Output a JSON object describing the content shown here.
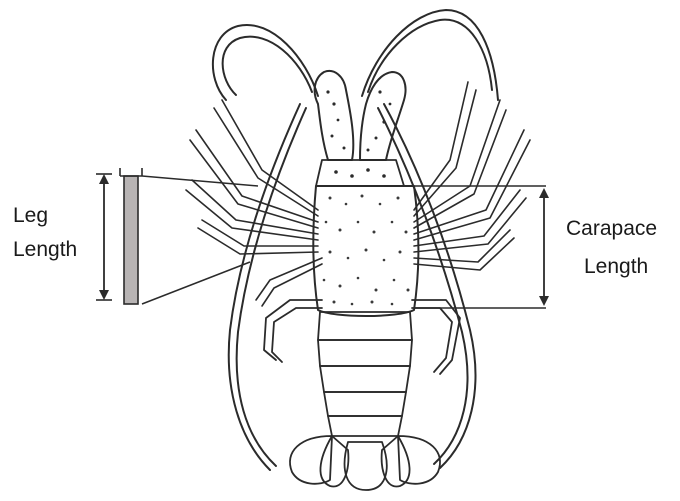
{
  "labels": {
    "leg_line1": "Leg",
    "leg_line2": "Length",
    "carapace_line1": "Carapace",
    "carapace_line2": "Length"
  },
  "colors": {
    "ink": "#2b2b2b",
    "leg_bar": "#b8b4b4",
    "body_fill": "#f2f2f0",
    "tail_fill": "#ecebe8"
  }
}
